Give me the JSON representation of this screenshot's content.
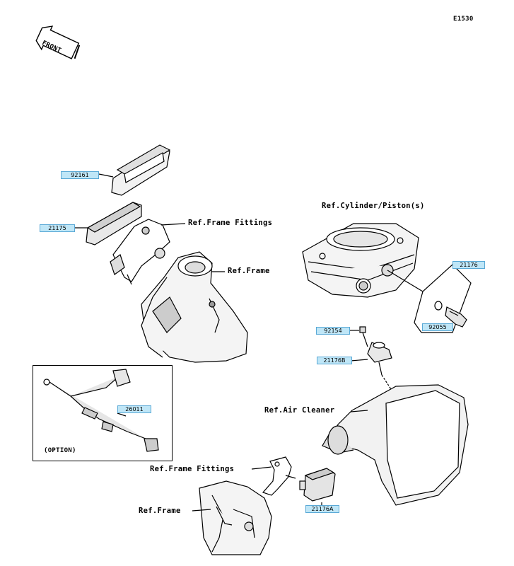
{
  "diagram": {
    "code": "E1530",
    "front_label": "FRONT",
    "option_label": "(OPTION)",
    "refs": {
      "frame_fittings_top": "Ref.Frame Fittings",
      "frame_top": "Ref.Frame",
      "cylinder_piston": "Ref.Cylinder/Piston(s)",
      "air_cleaner": "Ref.Air Cleaner",
      "frame_fittings_bottom": "Ref.Frame Fittings",
      "frame_bottom": "Ref.Frame"
    },
    "parts": [
      {
        "id": "p92161",
        "label": "92161"
      },
      {
        "id": "p21175",
        "label": "21175"
      },
      {
        "id": "p21176",
        "label": "21176"
      },
      {
        "id": "p92055",
        "label": "92055"
      },
      {
        "id": "p92154",
        "label": "92154"
      },
      {
        "id": "p21176B",
        "label": "21176B"
      },
      {
        "id": "p26011",
        "label": "26011"
      },
      {
        "id": "p21176A",
        "label": "21176A"
      }
    ]
  }
}
